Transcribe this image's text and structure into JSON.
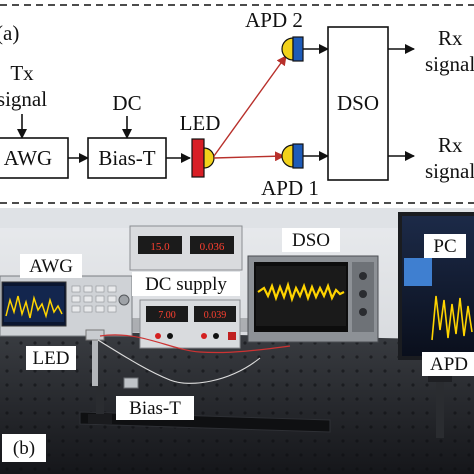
{
  "panel_a": {
    "panel_label": "(a)",
    "tx_signal_line1": "Tx",
    "tx_signal_line2": "signal",
    "awg": "AWG",
    "bias_t": "Bias-T",
    "dc": "DC",
    "led": "LED",
    "apd1": "APD 1",
    "apd2": "APD 2",
    "dso": "DSO",
    "rx1_line1": "Rx",
    "rx1_line2": "signal",
    "rx2_line1": "Rx",
    "rx2_line2": "signal",
    "colors": {
      "led_body": "#d81f26",
      "led_lens": "#f2d21b",
      "apd_body": "#1e5bb8",
      "beam": "#b8302b"
    }
  },
  "panel_b": {
    "panel_label": "(b)",
    "labels": {
      "awg": "AWG",
      "led": "LED",
      "bias_t": "Bias-T",
      "dc_supply": "DC supply",
      "dso": "DSO",
      "pc": "PC",
      "apd": "APD"
    },
    "supply_top_readouts": [
      "15.0",
      "0.036"
    ],
    "supply_bottom_readouts": [
      "7.00",
      "0.039"
    ],
    "colors": {
      "label_bg": "#ffffff",
      "waveform": "#ffd400",
      "table": "#2a2c30"
    }
  }
}
